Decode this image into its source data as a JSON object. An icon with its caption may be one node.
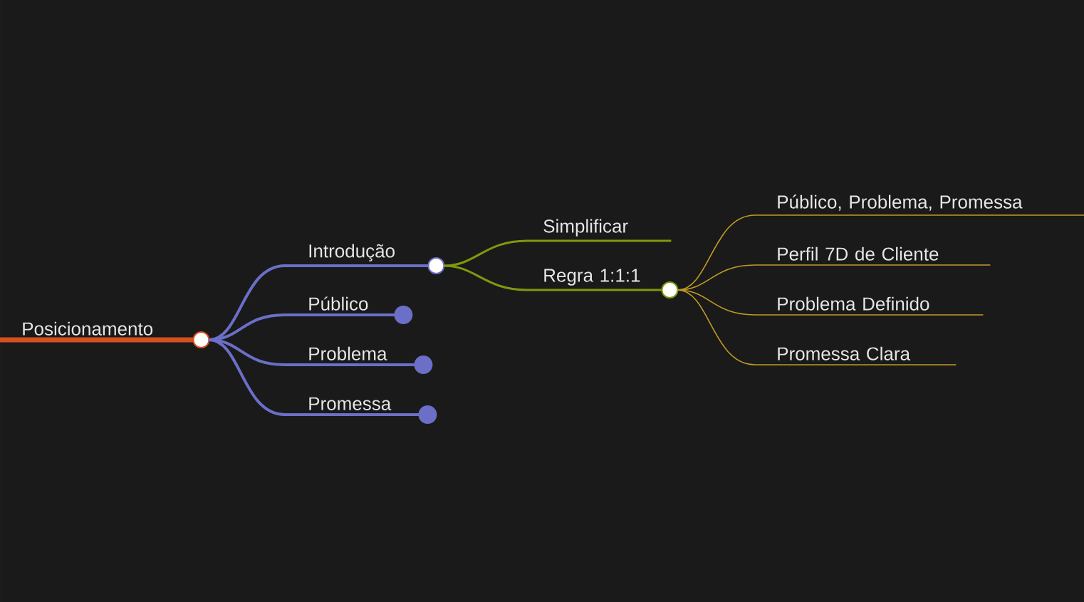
{
  "diagram": {
    "nodes": [
      {
        "text": [
          "Posicionamento"
        ]
      },
      {
        "text": [
          "Introdução"
        ]
      },
      {
        "text": [
          "Público"
        ]
      },
      {
        "text": [
          "Problema"
        ]
      },
      {
        "text": [
          "Promessa"
        ]
      },
      {
        "text": [
          "Simplificar"
        ]
      },
      {
        "text": [
          "Regra 1:1:1"
        ]
      },
      {
        "text": [
          "Público, Problema, Promessa"
        ]
      },
      {
        "text": [
          "Perfil 7D de Cliente"
        ]
      },
      {
        "text": [
          "Problema Definido"
        ]
      },
      {
        "text": [
          "Promessa Clara"
        ]
      }
    ],
    "edges": [
      {
        "from": 0,
        "to": 1,
        "arrow": "none",
        "color": "#6b6fc7"
      },
      {
        "from": 0,
        "to": 2,
        "arrow": "none",
        "color": "#6b6fc7"
      },
      {
        "from": 0,
        "to": 3,
        "arrow": "none",
        "color": "#6b6fc7"
      },
      {
        "from": 0,
        "to": 4,
        "arrow": "none",
        "color": "#6b6fc7"
      },
      {
        "from": 1,
        "to": 5,
        "arrow": "none",
        "color": "#7e9a0c"
      },
      {
        "from": 1,
        "to": 6,
        "arrow": "none",
        "color": "#7e9a0c"
      },
      {
        "from": 6,
        "to": 7,
        "arrow": "none",
        "color": "#c29b24"
      },
      {
        "from": 6,
        "to": 8,
        "arrow": "none",
        "color": "#c29b24"
      },
      {
        "from": 6,
        "to": 9,
        "arrow": "none",
        "color": "#c29b24"
      },
      {
        "from": 6,
        "to": 10,
        "arrow": "none",
        "color": "#c29b24"
      }
    ]
  }
}
